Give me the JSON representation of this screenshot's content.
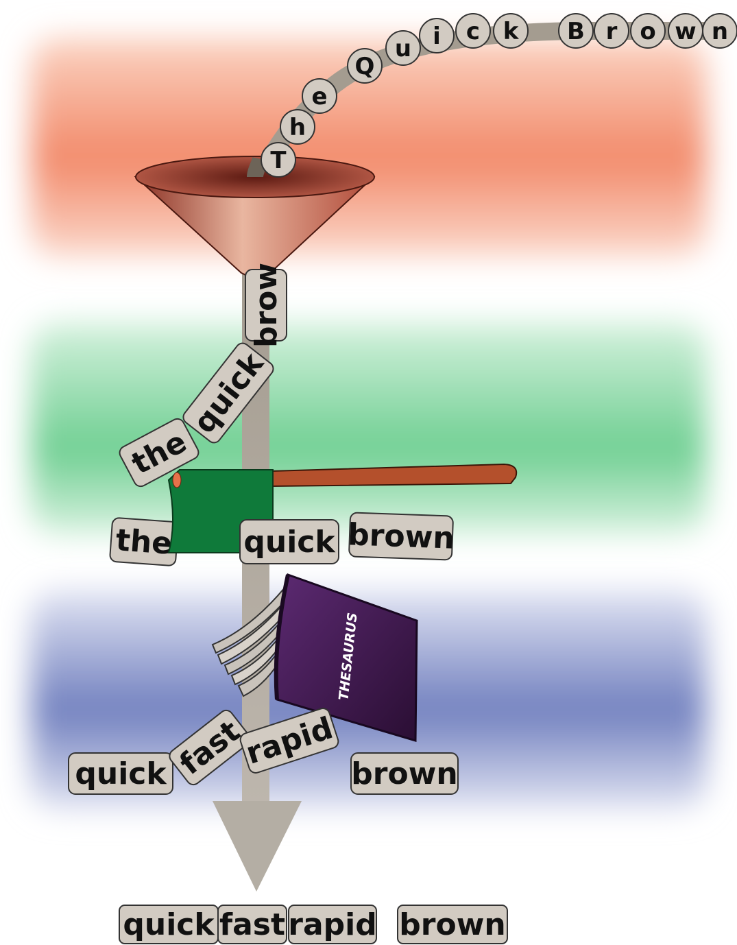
{
  "colors": {
    "band_orange": "#f28a6a",
    "band_green": "#6fcf92",
    "band_blue": "#6f7fc0",
    "stream": "#b4aea4",
    "chip_fill": "#d2cbc2",
    "funnel": "#b8584a",
    "axe_head": "#0f7a3a",
    "axe_handle": "#b4502c",
    "book_cover": "#4a1f5c"
  },
  "icons": {
    "funnel": "funnel-icon",
    "axe": "axe-icon",
    "book": "thesaurus-book-icon"
  },
  "input_letters": [
    "T",
    "h",
    "e",
    "Q",
    "u",
    "i",
    "c",
    "k",
    "B",
    "r",
    "o",
    "w",
    "n"
  ],
  "funnel_output": "brow",
  "tokens_before_axe": [
    "the",
    "quick"
  ],
  "lowercased_tokens": [
    "the",
    "quick",
    "brown"
  ],
  "thesaurus_label": "THESAURUS",
  "synonyms": [
    "fast",
    "rapid"
  ],
  "stage3_tokens": [
    "quick",
    "brown"
  ],
  "output_tokens": [
    "quick",
    "fast",
    "rapid",
    "brown"
  ]
}
